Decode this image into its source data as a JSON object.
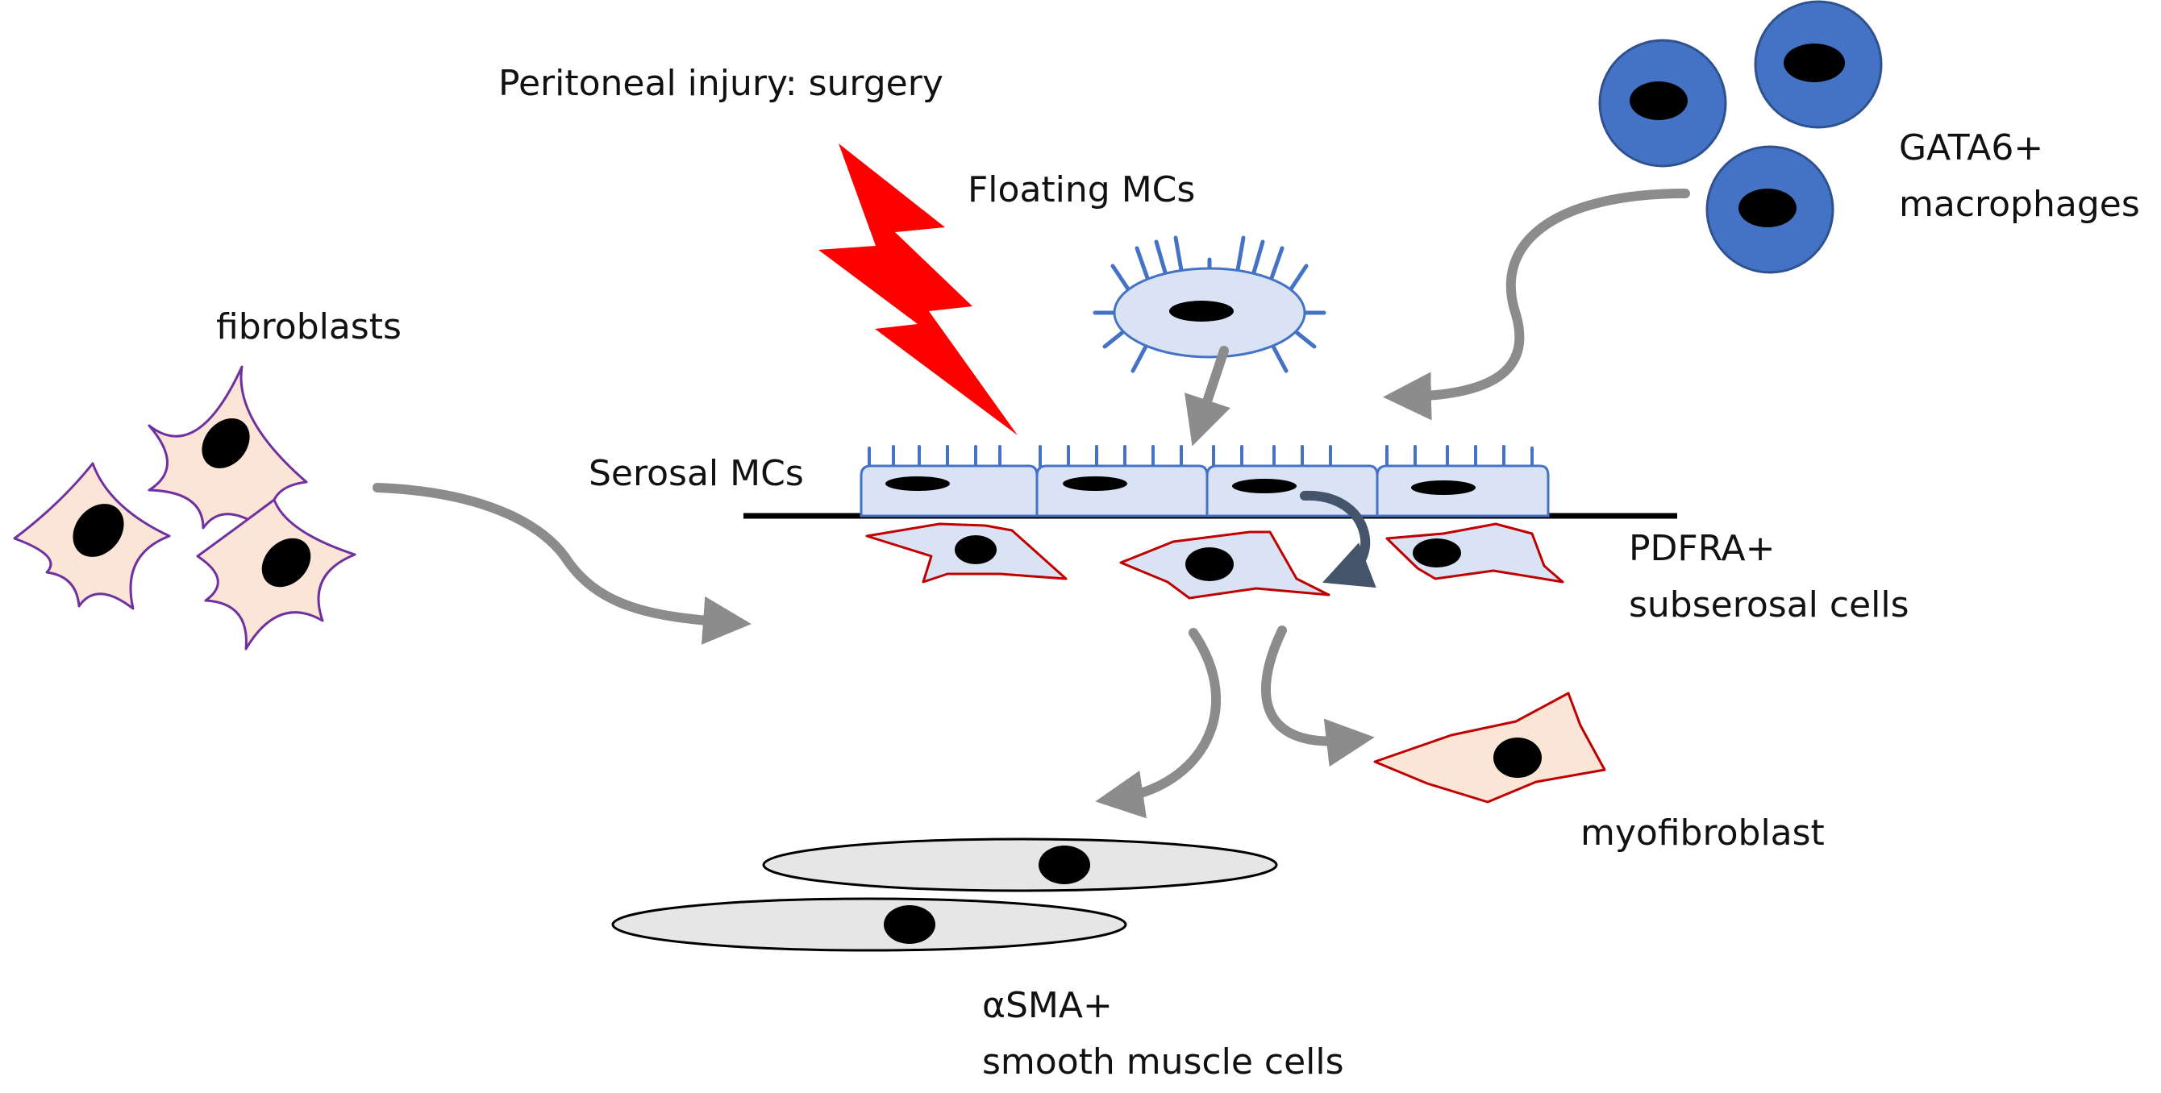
{
  "labels": {
    "injury": "Peritoneal injury: surgery",
    "floating": "Floating MCs",
    "gata6_line1": "GATA6+",
    "gata6_line2": "macrophages",
    "fibroblasts": "fibroblasts",
    "serosal": "Serosal MCs",
    "pdfra_line1": "PDFRA+",
    "pdfra_line2": "subserosal cells",
    "myofibroblast": "myofibroblast",
    "asma_line1": "αSMA+",
    "asma_line2": "smooth muscle cells"
  },
  "colors": {
    "lightning": "#ff0000",
    "macrophage": "#4472c4",
    "mesothelial_fill": "#dae3f3",
    "mesothelial_stroke": "#4472c4",
    "fibroblast_fill": "#fbe5d6",
    "fibroblast_stroke": "#7030a0",
    "subserosal_fill": "#dae3f3",
    "subserosal_stroke": "#c00000",
    "myofibroblast_fill": "#fbe5d6",
    "myofibroblast_stroke": "#c00000",
    "smooth_muscle_fill": "#e7e6e6",
    "arrow": "#8c8c8c",
    "recycle_arrow": "#44546a",
    "nucleus": "#000000"
  }
}
